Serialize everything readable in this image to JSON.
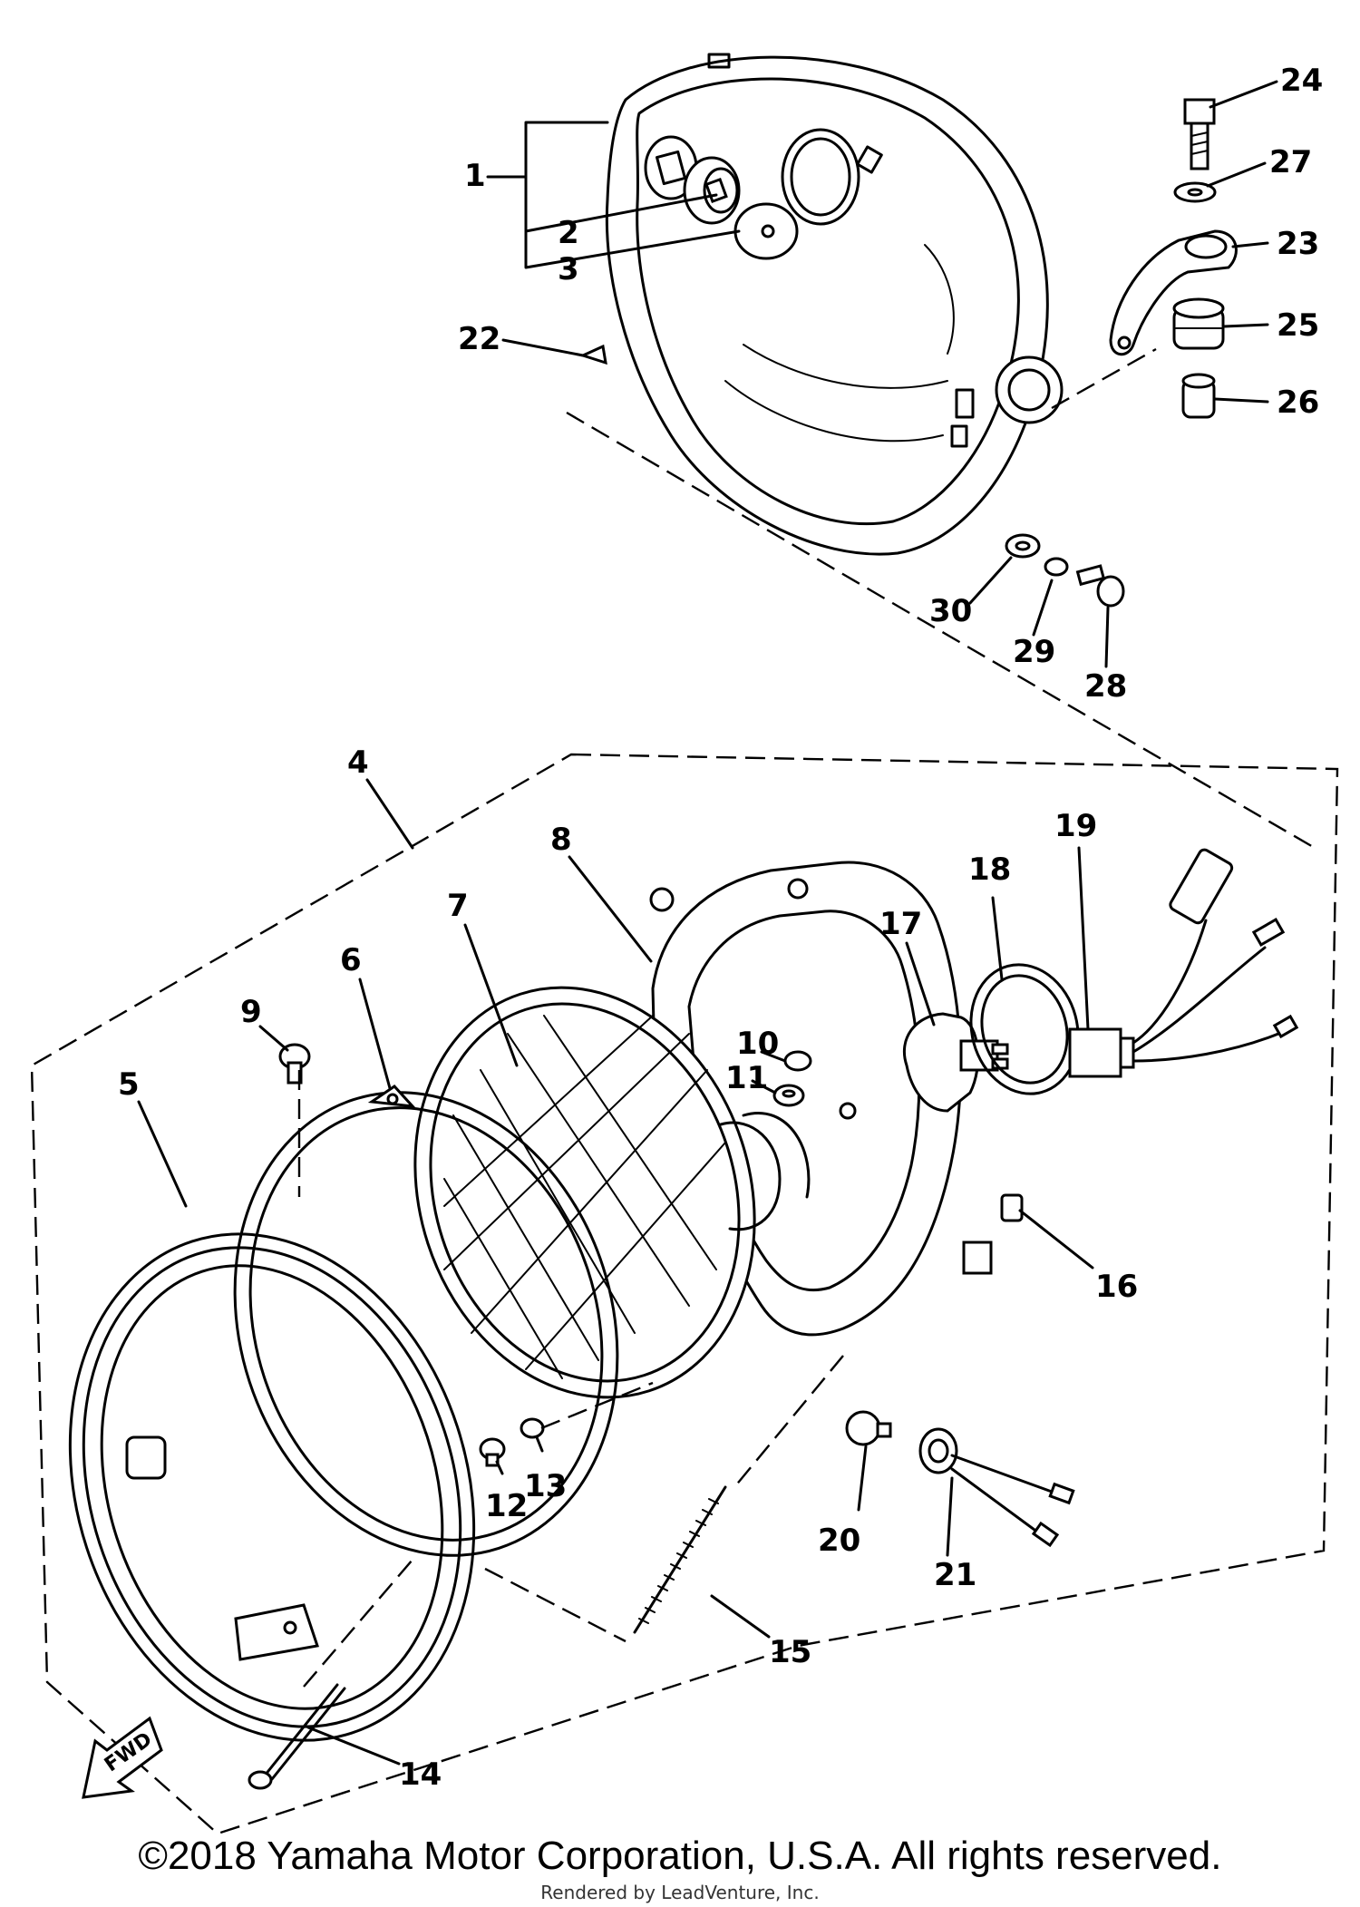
{
  "parts": [
    {
      "id": "1",
      "label": "1"
    },
    {
      "id": "2",
      "label": "2"
    },
    {
      "id": "3",
      "label": "3"
    },
    {
      "id": "4",
      "label": "4"
    },
    {
      "id": "5",
      "label": "5"
    },
    {
      "id": "6",
      "label": "6"
    },
    {
      "id": "7",
      "label": "7"
    },
    {
      "id": "8",
      "label": "8"
    },
    {
      "id": "9",
      "label": "9"
    },
    {
      "id": "10",
      "label": "10"
    },
    {
      "id": "11",
      "label": "11"
    },
    {
      "id": "12",
      "label": "12"
    },
    {
      "id": "13",
      "label": "13"
    },
    {
      "id": "14",
      "label": "14"
    },
    {
      "id": "15",
      "label": "15"
    },
    {
      "id": "16",
      "label": "16"
    },
    {
      "id": "17",
      "label": "17"
    },
    {
      "id": "18",
      "label": "18"
    },
    {
      "id": "19",
      "label": "19"
    },
    {
      "id": "20",
      "label": "20"
    },
    {
      "id": "21",
      "label": "21"
    },
    {
      "id": "22",
      "label": "22"
    },
    {
      "id": "23",
      "label": "23"
    },
    {
      "id": "24",
      "label": "24"
    },
    {
      "id": "25",
      "label": "25"
    },
    {
      "id": "26",
      "label": "26"
    },
    {
      "id": "27",
      "label": "27"
    },
    {
      "id": "28",
      "label": "28"
    },
    {
      "id": "29",
      "label": "29"
    },
    {
      "id": "30",
      "label": "30"
    }
  ],
  "fwd_label": "FWD",
  "copyright": "©2018 Yamaha Motor Corporation, U.S.A. All rights reserved.",
  "rendered_by": "Rendered by LeadVenture, Inc."
}
